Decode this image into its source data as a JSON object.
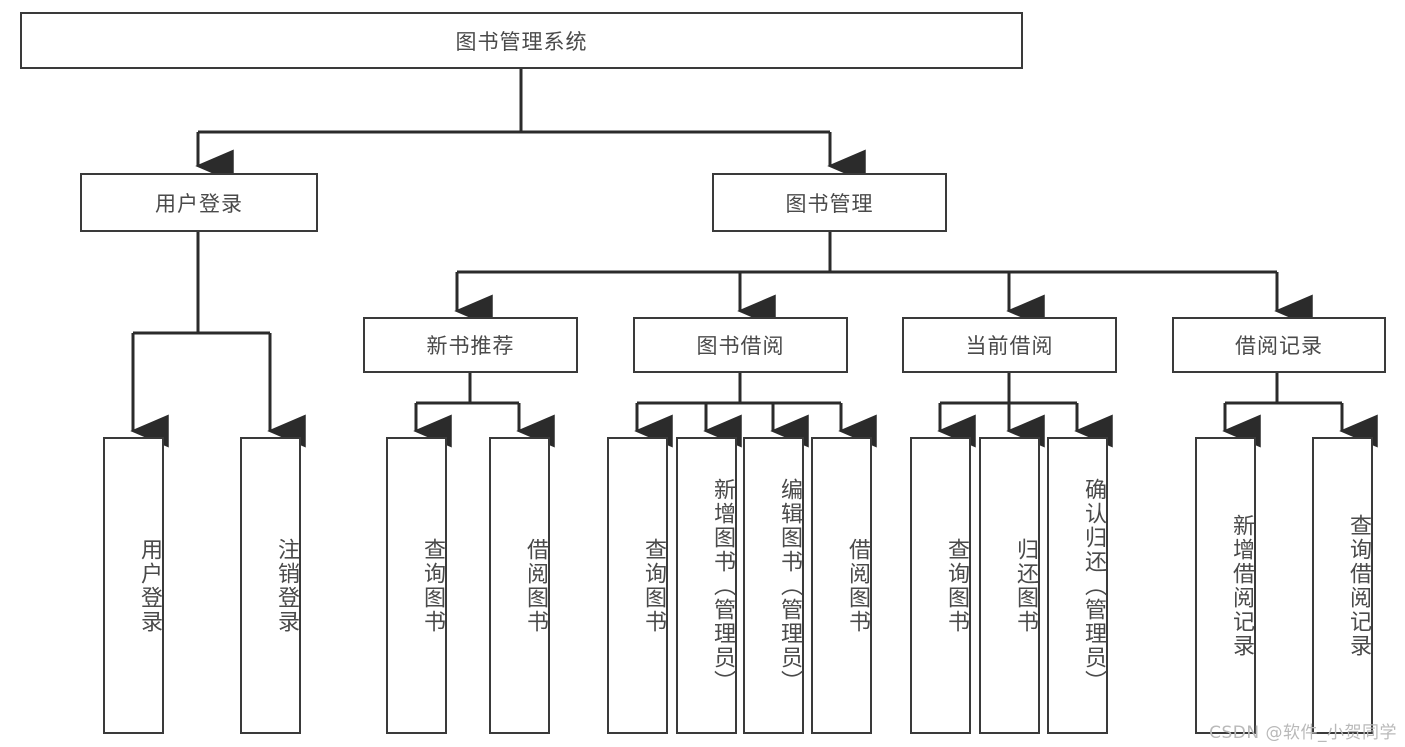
{
  "diagram": {
    "title": "图书管理系统",
    "watermark": "CSDN @软件_小贺同学",
    "colors": {
      "box_border": "#3a3a3a",
      "box_fill": "#ffffff",
      "edge": "#2b2b2b",
      "text": "#4a4a4a",
      "watermark": "#b9b9b9"
    },
    "nodes": {
      "root": {
        "label": "图书管理系统"
      },
      "level2": [
        {
          "id": "user-login",
          "label": "用户登录"
        },
        {
          "id": "book-manage",
          "label": "图书管理"
        }
      ],
      "level3": [
        {
          "id": "new-book-recommend",
          "label": "新书推荐"
        },
        {
          "id": "book-borrow",
          "label": "图书借阅"
        },
        {
          "id": "current-borrow",
          "label": "当前借阅"
        },
        {
          "id": "borrow-record",
          "label": "借阅记录"
        }
      ],
      "leaves": {
        "user-login": [
          {
            "id": "leaf-user-login",
            "label": "用户登录"
          },
          {
            "id": "leaf-logout-login",
            "label": "注销登录"
          }
        ],
        "new-book-recommend": [
          {
            "id": "leaf-query-book-1",
            "label": "查询图书"
          },
          {
            "id": "leaf-borrow-book-1",
            "label": "借阅图书"
          }
        ],
        "book-borrow": [
          {
            "id": "leaf-query-book-2",
            "label": "查询图书"
          },
          {
            "id": "leaf-add-book-admin",
            "label": "新增图书（管理员）"
          },
          {
            "id": "leaf-edit-book-admin",
            "label": "编辑图书（管理员）"
          },
          {
            "id": "leaf-borrow-book-2",
            "label": "借阅图书"
          }
        ],
        "current-borrow": [
          {
            "id": "leaf-query-book-3",
            "label": "查询图书"
          },
          {
            "id": "leaf-return-book",
            "label": "归还图书"
          },
          {
            "id": "leaf-confirm-return-admin",
            "label": "确认归还（管理员）"
          }
        ],
        "borrow-record": [
          {
            "id": "leaf-add-borrow-record",
            "label": "新增借阅记录"
          },
          {
            "id": "leaf-query-borrow-record",
            "label": "查询借阅记录"
          }
        ]
      }
    }
  }
}
